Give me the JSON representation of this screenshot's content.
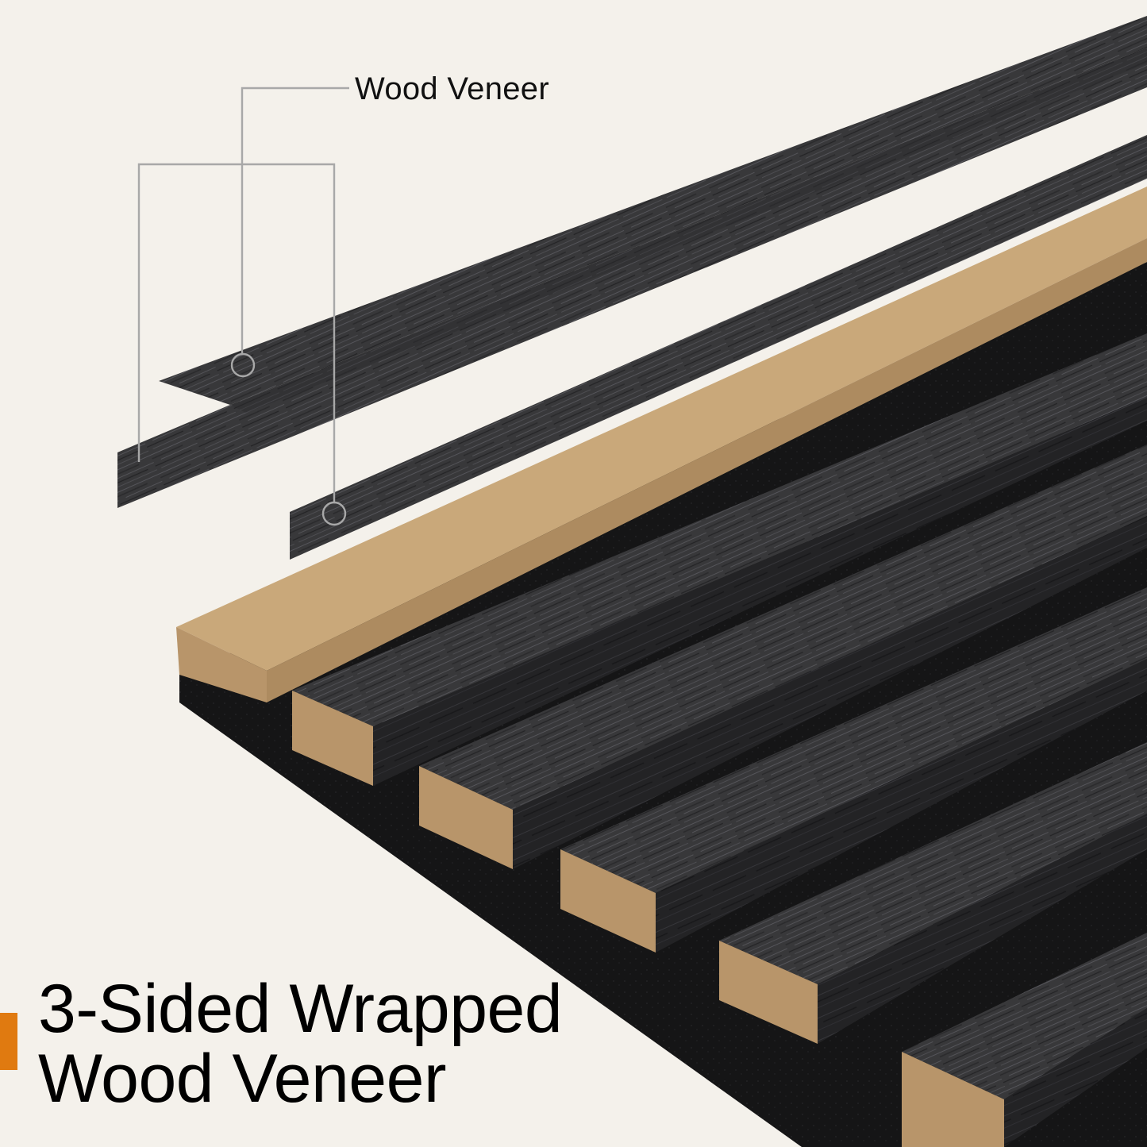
{
  "diagram": {
    "subject": "acoustic slat wall panel, exploded view",
    "callout": {
      "label": "Wood Veneer",
      "target_count": 3
    },
    "title": {
      "line1": "3-Sided Wrapped",
      "line2": "Wood Veneer"
    },
    "components": [
      {
        "name": "wood-veneer-strip-top",
        "icon": "veneer-strip"
      },
      {
        "name": "wood-veneer-strip-side",
        "icon": "veneer-strip"
      },
      {
        "name": "mdf-core",
        "icon": "mdf-block"
      },
      {
        "name": "slat-panel-with-felt-backing",
        "icon": "slat-panel"
      }
    ],
    "slat_count_visible": 6
  },
  "colors": {
    "background": "#f4f1eb",
    "veneer": "#3a3a3c",
    "veneer_light": "#4a4a4d",
    "veneer_dark": "#1e1e20",
    "felt": "#141414",
    "mdf_top": "#c9a87a",
    "mdf_face": "#b8956a",
    "callout_line": "#a8a8a8",
    "accent": "#e07a10",
    "text": "#000000"
  }
}
